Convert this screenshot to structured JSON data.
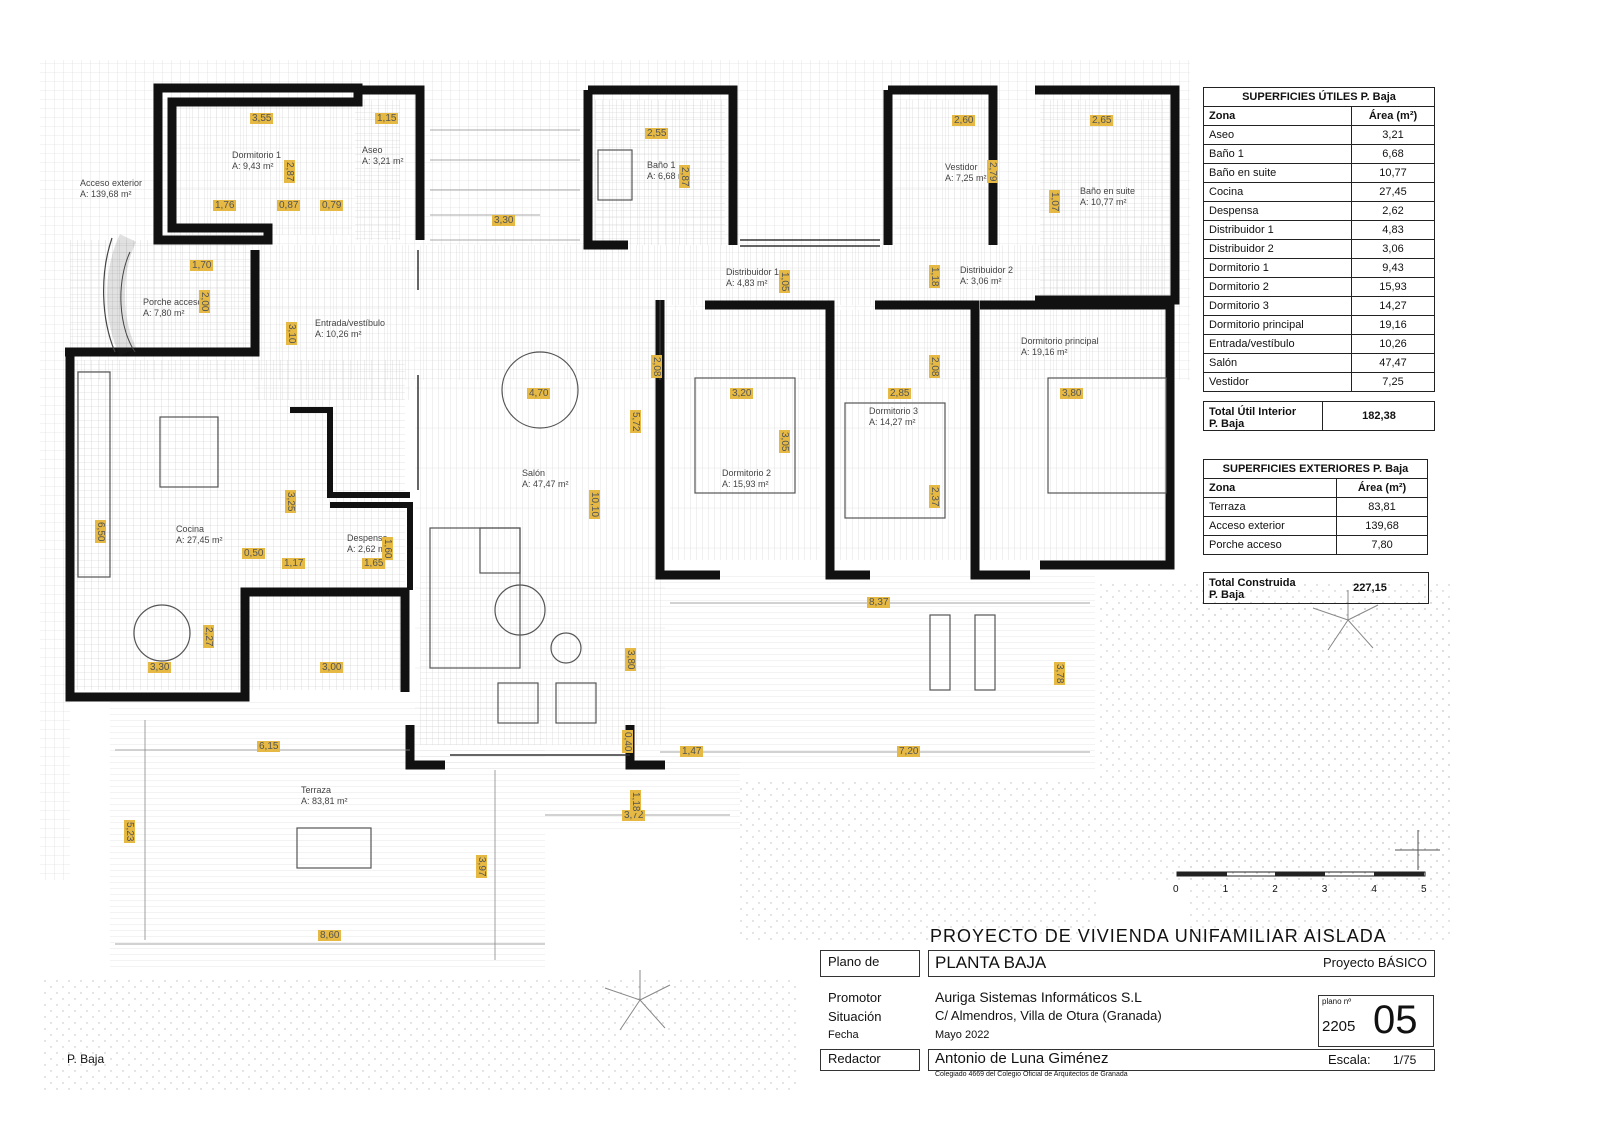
{
  "rooms": [
    {
      "name": "Dormitorio 1",
      "area": "A: 9,43 m²"
    },
    {
      "name": "Aseo",
      "area": "A: 3,21 m²"
    },
    {
      "name": "Acceso exterior",
      "area": "A: 139,68 m²"
    },
    {
      "name": "Porche acceso",
      "area": "A: 7,80 m²"
    },
    {
      "name": "Entrada/vestíbulo",
      "area": "A: 10,26 m²"
    },
    {
      "name": "Baño 1",
      "area": "A: 6,68 m²"
    },
    {
      "name": "Vestidor",
      "area": "A: 7,25 m²"
    },
    {
      "name": "Baño en suite",
      "area": "A: 10,77 m²"
    },
    {
      "name": "Distribuidor 1",
      "area": "A: 4,83 m²"
    },
    {
      "name": "Distribuidor 2",
      "area": "A: 3,06 m²"
    },
    {
      "name": "Dormitorio principal",
      "area": "A: 19,16 m²"
    },
    {
      "name": "Dormitorio 3",
      "area": "A: 14,27 m²"
    },
    {
      "name": "Dormitorio 2",
      "area": "A: 15,93 m²"
    },
    {
      "name": "Salón",
      "area": "A: 47,47 m²"
    },
    {
      "name": "Cocina",
      "area": "A: 27,45 m²"
    },
    {
      "name": "Despensa",
      "area": "A: 2,62 m²"
    },
    {
      "name": "Terraza",
      "area": "A: 83,81 m²"
    }
  ],
  "dimensions": [
    "3,55",
    "1,15",
    "2,87",
    "1,76",
    "0,87",
    "0,79",
    "1,70",
    "2,00",
    "3,10",
    "2,55",
    "2,87",
    "3,30",
    "2,60",
    "2,79",
    "2,65",
    "1,07",
    "1,05",
    "1,18",
    "2,08",
    "2,08",
    "3,20",
    "2,85",
    "3,80",
    "4,70",
    "5,72",
    "3,05",
    "3,25",
    "10,10",
    "2,37",
    "6,50",
    "0,50",
    "1,17",
    "1,65",
    "1,60",
    "2,27",
    "3,30",
    "3,00",
    "8,37",
    "3,78",
    "3,80",
    "6,15",
    "0,40",
    "1,47",
    "7,20",
    "3,72",
    "1,18",
    "5,23",
    "3,97",
    "8,60"
  ],
  "useful_surfaces": {
    "title": "SUPERFICIES ÚTILES P. Baja",
    "col_zone": "Zona",
    "col_area": "Área (m²)",
    "rows": [
      [
        "Aseo",
        "3,21"
      ],
      [
        "Baño 1",
        "6,68"
      ],
      [
        "Baño en suite",
        "10,77"
      ],
      [
        "Cocina",
        "27,45"
      ],
      [
        "Despensa",
        "2,62"
      ],
      [
        "Distribuidor 1",
        "4,83"
      ],
      [
        "Distribuidor 2",
        "3,06"
      ],
      [
        "Dormitorio 1",
        "9,43"
      ],
      [
        "Dormitorio 2",
        "15,93"
      ],
      [
        "Dormitorio 3",
        "14,27"
      ],
      [
        "Dormitorio principal",
        "19,16"
      ],
      [
        "Entrada/vestíbulo",
        "10,26"
      ],
      [
        "Salón",
        "47,47"
      ],
      [
        "Vestidor",
        "7,25"
      ]
    ],
    "total_label_1": "Total Útil Interior",
    "total_label_2": "P. Baja",
    "total_value": "182,38"
  },
  "exterior_surfaces": {
    "title": "SUPERFICIES EXTERIORES P. Baja",
    "col_zone": "Zona",
    "col_area": "Área (m²)",
    "rows": [
      [
        "Terraza",
        "83,81"
      ],
      [
        "Acceso exterior",
        "139,68"
      ],
      [
        "Porche acceso",
        "7,80"
      ]
    ],
    "total_label_1": "Total Construida",
    "total_label_2": "P. Baja",
    "total_value": "227,15"
  },
  "scale_bar": {
    "ticks": [
      "0",
      "1",
      "2",
      "3",
      "4",
      "5"
    ]
  },
  "title_block": {
    "project_title": "PROYECTO DE VIVIENDA UNIFAMILIAR AISLADA",
    "plan_label": "Plano de",
    "plan_name": "PLANTA BAJA",
    "project_type": "Proyecto BÁSICO",
    "promoter_label": "Promotor",
    "promoter": "Auriga Sistemas Informáticos S.L",
    "location_label": "Situación",
    "location": "C/ Almendros, Villa de Otura (Granada)",
    "date_label": "Fecha",
    "date": "Mayo 2022",
    "plan_no_label": "plano nº",
    "plan_code": "2205",
    "plan_no": "05",
    "author_label": "Redactor",
    "author": "Antonio de Luna Giménez",
    "scale_label": "Escala:",
    "scale": "1/75",
    "college_note": "Colegiado 4669 del Colegio Oficial de Arquitectos de Granada"
  },
  "floor_label": "P. Baja",
  "colors": {
    "wall": "#1a1a1a",
    "dimension": "#e5b944",
    "grid": "#d8d8d8",
    "line": "#555555"
  }
}
